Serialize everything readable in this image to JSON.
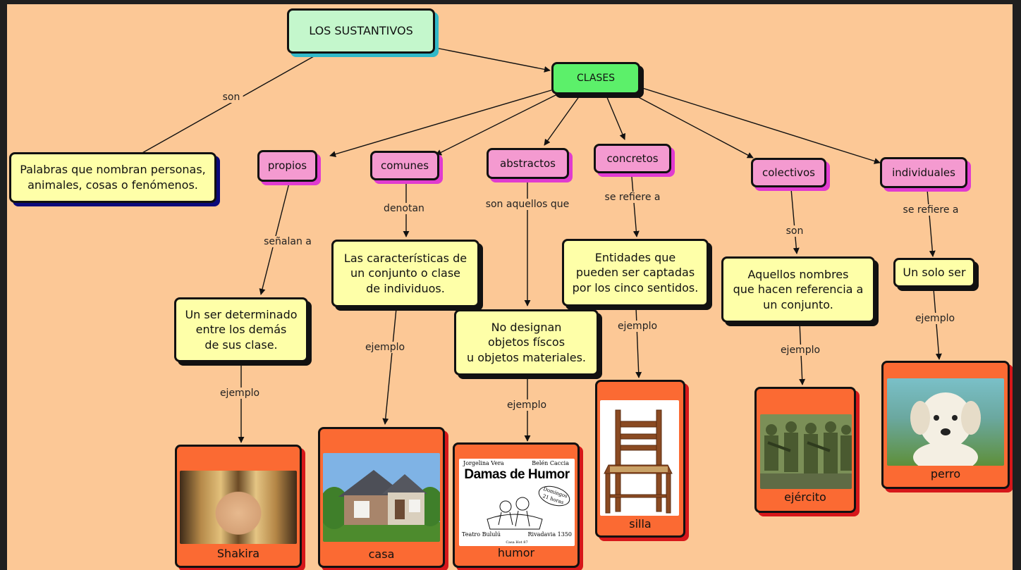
{
  "root": "LOS SUSTANTIVOS",
  "clases": "CLASES",
  "definition": {
    "link": "son",
    "text": "Palabras que nombran personas,\nanimales, cosas o fenómenos."
  },
  "categories": [
    {
      "name": "propios",
      "link": "señalan a",
      "description": "Un ser determinado\nentre los demás\nde sus clase.",
      "example_link": "ejemplo",
      "example": "Shakira"
    },
    {
      "name": "comunes",
      "link": "denotan",
      "description": "Las características de\nun conjunto o clase\nde individuos.",
      "example_link": "ejemplo",
      "example": "casa"
    },
    {
      "name": "abstractos",
      "link": "son aquellos que",
      "description": "No designan\nobjetos físcos\nu objetos materiales.",
      "example_link": "ejemplo",
      "example": "humor"
    },
    {
      "name": "concretos",
      "link": "se refiere a",
      "description": "Entidades que\npueden ser captadas\npor los cinco sentidos.",
      "example_link": "ejemplo",
      "example": "silla"
    },
    {
      "name": "colectivos",
      "link": "son",
      "description": "Aquellos nombres\nque hacen referencia a\nun conjunto.",
      "example_link": "ejemplo",
      "example": "ejército"
    },
    {
      "name": "individuales",
      "link": "se refiere a",
      "description": "Un solo ser",
      "example_link": "ejemplo",
      "example": "perro"
    }
  ],
  "humor_poster": {
    "name_left": "Jorgelina Vera",
    "name_right": "Belén Caccia",
    "title": "Damas de Humor",
    "badge": "Domingos 21 horas",
    "venue": "Teatro Bululú",
    "address": "Rivadavia 1350",
    "small": "Casa Hot 87"
  },
  "colors": {
    "background": "#fcc896",
    "root": "#c4f7cc",
    "clases": "#5cf06a",
    "category": "#f49ad0",
    "category_shadow": "#e03bd0",
    "description": "#feffa8",
    "example": "#fb6a33",
    "example_shadow": "#d6171a"
  }
}
